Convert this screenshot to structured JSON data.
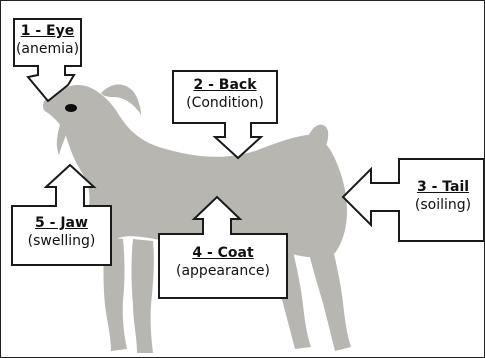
{
  "colors": {
    "goat": "#b7b6b1",
    "eye": "#0d0d0d",
    "box_border": "#1a1a1a",
    "frame_border": "#222222"
  },
  "callouts": {
    "eye": {
      "title": "1 - Eye",
      "detail": "(anemia)"
    },
    "back": {
      "title": "2 - Back",
      "detail": "(Condition)"
    },
    "tail": {
      "title": "3 - Tail",
      "detail": "(soiling)"
    },
    "coat": {
      "title": "4 - Coat",
      "detail": "(appearance)"
    },
    "jaw": {
      "title": "5 - Jaw",
      "detail": "(swelling)"
    }
  }
}
